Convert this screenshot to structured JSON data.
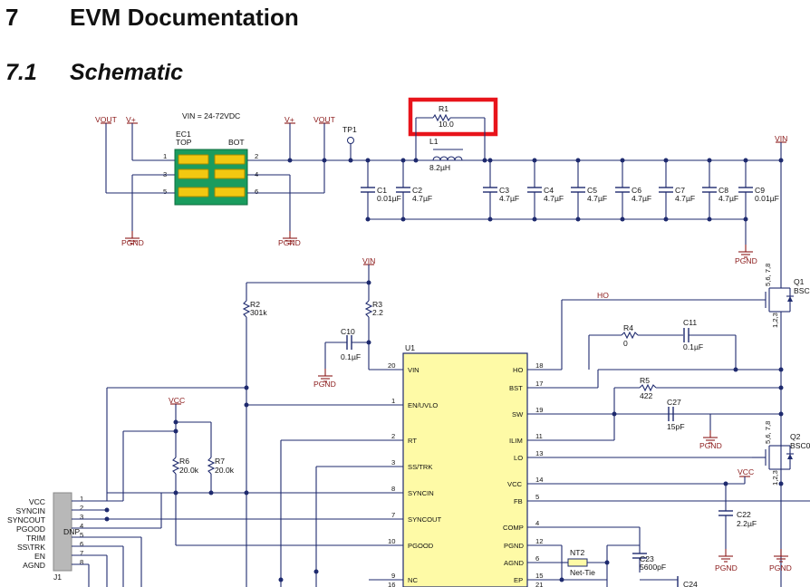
{
  "heading": {
    "number": "7",
    "title": "EVM Documentation"
  },
  "subheading": {
    "number": "7.1",
    "title": "Schematic"
  },
  "schematic": {
    "power_labels": [
      "VOUT",
      "V+",
      "V+",
      "VOUT",
      "VIN",
      "VIN",
      "VCC",
      "VCC"
    ],
    "ground_label": "PGND",
    "ec1": {
      "ref": "EC1",
      "note": "VIN = 24-72VDC",
      "top": "TOP",
      "bot": "BOT",
      "pins": [
        "1",
        "2",
        "3",
        "4",
        "5",
        "6"
      ]
    },
    "tp1": "TP1",
    "r1": {
      "ref": "R1",
      "value": "10.0"
    },
    "l1": {
      "ref": "L1",
      "value": "8.2µH"
    },
    "input_caps": [
      {
        "ref": "C1",
        "value": "0.01µF"
      },
      {
        "ref": "C2",
        "value": "4.7µF"
      },
      {
        "ref": "C3",
        "value": "4.7µF"
      },
      {
        "ref": "C4",
        "value": "4.7µF"
      },
      {
        "ref": "C5",
        "value": "4.7µF"
      },
      {
        "ref": "C6",
        "value": "4.7µF"
      },
      {
        "ref": "C7",
        "value": "4.7µF"
      },
      {
        "ref": "C8",
        "value": "4.7µF"
      },
      {
        "ref": "C9",
        "value": "0.01µF"
      }
    ],
    "r2": {
      "ref": "R2",
      "value": "301k"
    },
    "r3": {
      "ref": "R3",
      "value": "2.2"
    },
    "c10": {
      "ref": "C10",
      "value": "0.1µF"
    },
    "r4": {
      "ref": "R4",
      "value": "0"
    },
    "c11": {
      "ref": "C11",
      "value": "0.1µF"
    },
    "r5": {
      "ref": "R5",
      "value": "422"
    },
    "c27": {
      "ref": "C27",
      "value": "15pF"
    },
    "r6": {
      "ref": "R6",
      "value": "20.0k"
    },
    "r7": {
      "ref": "R7",
      "value": "20.0k"
    },
    "c22": {
      "ref": "C22",
      "value": "2.2µF"
    },
    "c23": {
      "ref": "C23",
      "value": "5600pF"
    },
    "c24": {
      "ref": "C24"
    },
    "nt2": {
      "ref": "NT2",
      "value": "Net-Tie"
    },
    "q1": {
      "ref": "Q1",
      "part": "BSC",
      "pins_top": "5,6,\n7,8",
      "pins_bot": "1,2,3"
    },
    "q2": {
      "ref": "Q2",
      "part": "BSC0",
      "pins_top": "5,6,\n7,8",
      "pins_bot": "1,2,3"
    },
    "hol": "HO",
    "u1": {
      "ref": "U1",
      "left_pins": [
        {
          "num": "20",
          "name": "VIN"
        },
        {
          "num": "1",
          "name": "EN/UVLO"
        },
        {
          "num": "2",
          "name": "RT"
        },
        {
          "num": "3",
          "name": "SS/TRK"
        },
        {
          "num": "8",
          "name": "SYNCIN"
        },
        {
          "num": "7",
          "name": "SYNCOUT"
        },
        {
          "num": "10",
          "name": "PGOOD"
        },
        {
          "num": "9",
          "name": "NC"
        },
        {
          "num": "16",
          "name": ""
        }
      ],
      "right_pins": [
        {
          "num": "18",
          "name": "HO"
        },
        {
          "num": "17",
          "name": "BST"
        },
        {
          "num": "19",
          "name": "SW"
        },
        {
          "num": "11",
          "name": "ILIM"
        },
        {
          "num": "13",
          "name": "LO"
        },
        {
          "num": "14",
          "name": "VCC"
        },
        {
          "num": "5",
          "name": "FB"
        },
        {
          "num": "4",
          "name": "COMP"
        },
        {
          "num": "12",
          "name": "PGND"
        },
        {
          "num": "6",
          "name": "AGND"
        },
        {
          "num": "15",
          "name": "EP"
        },
        {
          "num": "21",
          "name": ""
        }
      ]
    },
    "j1": {
      "ref": "J1",
      "dnp": "DNP",
      "signals": [
        "VCC",
        "SYNCIN",
        "SYNCOUT",
        "PGOOD",
        "TRIM",
        "SS\\TRK",
        "EN",
        "AGND"
      ],
      "pins": [
        "1",
        "2",
        "3",
        "4",
        "5",
        "6",
        "7",
        "8"
      ]
    },
    "highlight_color": "#e8141b"
  }
}
